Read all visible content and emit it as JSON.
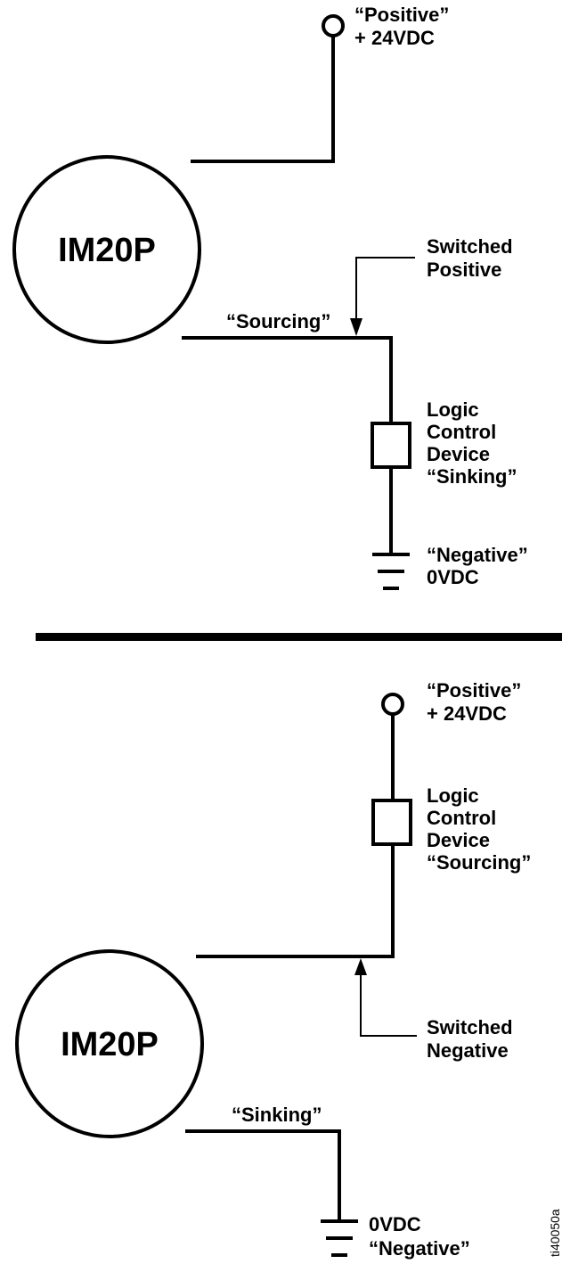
{
  "top": {
    "device_label": "IM20P",
    "supply_label_line1": "“Positive”",
    "supply_label_line2": "+ 24VDC",
    "switched_label_line1": "Switched",
    "switched_label_line2": "Positive",
    "output_mode_label": "“Sourcing”",
    "logic_label_line1": "Logic",
    "logic_label_line2": "Control",
    "logic_label_line3": "Device",
    "logic_label_line4": "“Sinking”",
    "ground_label_line1": "“Negative”",
    "ground_label_line2": "0VDC"
  },
  "bottom": {
    "device_label": "IM20P",
    "supply_label_line1": "“Positive”",
    "supply_label_line2": "+ 24VDC",
    "logic_label_line1": "Logic",
    "logic_label_line2": "Control",
    "logic_label_line3": "Device",
    "logic_label_line4": "“Sourcing”",
    "switched_label_line1": "Switched",
    "switched_label_line2": "Negative",
    "output_mode_label": "“Sinking”",
    "ground_label_line1": "0VDC",
    "ground_label_line2": "“Negative”"
  },
  "figure_id": "ti40050a"
}
